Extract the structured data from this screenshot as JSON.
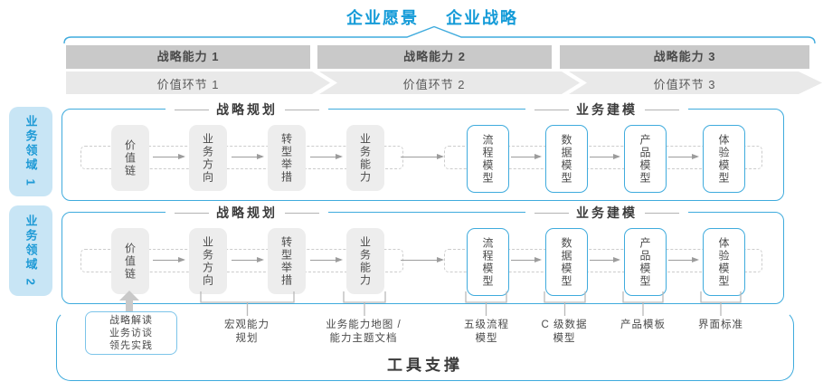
{
  "header": {
    "vision": "企业愿景",
    "strategy": "企业战略"
  },
  "capability_bars": [
    "战略能力 1",
    "战略能力 2",
    "战略能力 3"
  ],
  "value_chevrons": [
    "价值环节 1",
    "价值环节 2",
    "价值环节 3"
  ],
  "domains": [
    "业务领域 1",
    "业务领域 2"
  ],
  "row": {
    "planning_header": "战略规划",
    "modeling_header": "业务建模",
    "planning_boxes": [
      "价值链",
      "业务方向",
      "转型举措",
      "业务能力"
    ],
    "modeling_boxes": [
      "流程模型",
      "数据模型",
      "产品模型",
      "体验模型"
    ]
  },
  "annotations": {
    "practice_box": {
      "line1": "战略解读",
      "line2": "业务访谈",
      "line3": "领先实践"
    },
    "macro_planning": {
      "line1": "宏观能力",
      "line2": "规划"
    },
    "capability_map": {
      "line1": "业务能力地图 /",
      "line2": "能力主题文档"
    },
    "process_model": {
      "line1": "五级流程",
      "line2": "模型"
    },
    "data_model": {
      "line1": "C 级数据",
      "line2": "模型"
    },
    "product_template": "产品模板",
    "ui_standard": "界面标准"
  },
  "footer": {
    "label": "工具支撑"
  },
  "colors": {
    "accent": "#149bd8",
    "border": "#3fabdd",
    "band": "#d8eaf6",
    "gray_bar": "#c9c9c9"
  }
}
